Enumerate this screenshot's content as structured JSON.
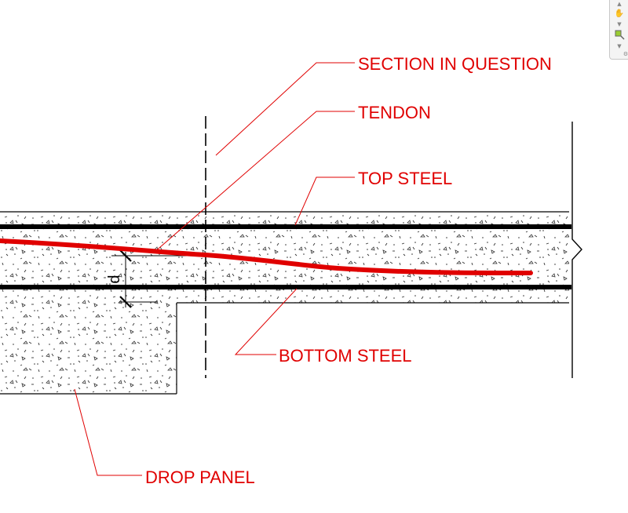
{
  "labels": {
    "section_in_question": "SECTION IN QUESTION",
    "tendon": "TENDON",
    "top_steel": "TOP STEEL",
    "bottom_steel": "BOTTOM STEEL",
    "drop_panel": "DROP PANEL",
    "dimension_d": "d"
  },
  "colors": {
    "label": "#e00000",
    "tendon": "#e00000",
    "leader": "#e00000",
    "linework": "#000000"
  },
  "nav_toolbar": {
    "icons": [
      "chevron-up-icon",
      "pan-icon",
      "chevron-down-icon",
      "zoom-icon",
      "chevron-down-icon"
    ]
  }
}
